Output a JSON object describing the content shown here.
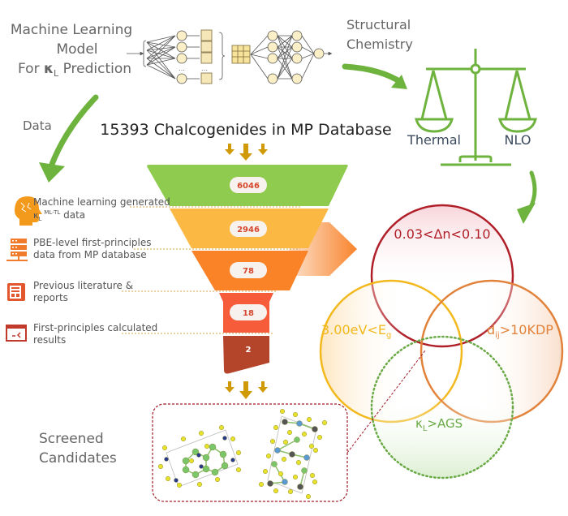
{
  "ml_model": {
    "line1": "Machine Learning",
    "line2": "Model",
    "line3_prefix": "For ",
    "line3_kappa": "κ",
    "line3_sub": "L",
    "line3_suffix": " Prediction"
  },
  "structural_chemistry": {
    "line1": "Structural",
    "line2": "Chemistry"
  },
  "balance": {
    "left_label": "Thermal",
    "right_label": "NLO"
  },
  "data_label": "Data",
  "database_title": "15393 Chalcogenides in MP Database",
  "funnel": {
    "stages": [
      {
        "value": "6046",
        "color": "#8fcb4f"
      },
      {
        "value": "2946",
        "color": "#fbb843"
      },
      {
        "value": "78",
        "color": "#fa8227"
      },
      {
        "value": "18",
        "color": "#f65b3a"
      },
      {
        "value": "2",
        "color": "#b4442a"
      }
    ]
  },
  "data_sources": [
    {
      "icon": "brain-head-icon",
      "line1": "Machine learning generated",
      "line2_kappa": "κ",
      "line2_sub": "L",
      "line2_sup": "ML-TL",
      "line2_suffix": " data",
      "color": "#f39a1d"
    },
    {
      "icon": "server-database-icon",
      "line1": "PBE-level first-principles",
      "line2": "data from MP database",
      "color": "#f07b2a"
    },
    {
      "icon": "newspaper-icon",
      "line1": "Previous literature &",
      "line2": "reports",
      "color": "#e3572f"
    },
    {
      "icon": "terminal-window-icon",
      "line1": "First-principles calculated",
      "line2": "results",
      "color": "#c0392b"
    }
  ],
  "venn": {
    "top": {
      "label": "0.03<Δn<0.10",
      "color": "#b01e28"
    },
    "left": {
      "label_prefix": "3.00eV<E",
      "label_sub": "g",
      "color": "#f2b81c"
    },
    "right": {
      "label_prefix": "d",
      "label_sub": "ij",
      "label_suffix": ">10KDP",
      "color": "#e2823a"
    },
    "bottom": {
      "label_kappa": "κ",
      "label_sub": "L",
      "label_suffix": ">AGS",
      "color": "#6aaa46"
    }
  },
  "screened": {
    "line1": "Screened",
    "line2": "Candidates"
  },
  "colors": {
    "arrow_green": "#6fb33f",
    "arrow_gold": "#d09a07",
    "text_gray": "#666666",
    "title_dark": "#222222",
    "balance_label": "#3b4a5e"
  }
}
